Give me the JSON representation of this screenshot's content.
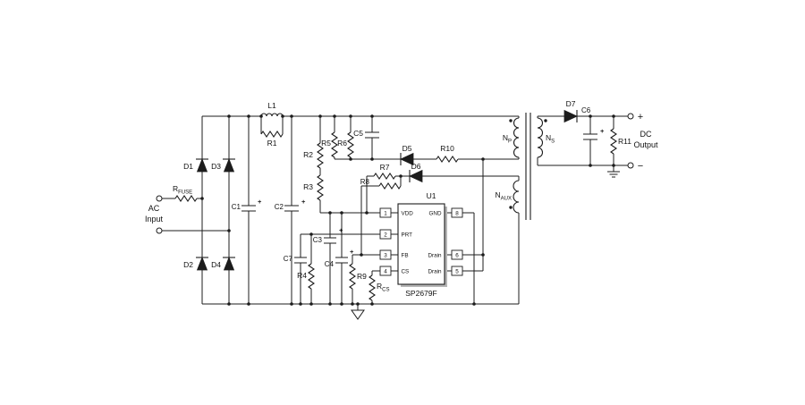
{
  "colors": {
    "background": "#ffffff",
    "line": "#1c1c1c",
    "ic_fill": "#ffffff",
    "ic_shadow": "#b5b5b5"
  },
  "ac_input": {
    "label_line1": "AC",
    "label_line2": "Input",
    "fuse_base": "R",
    "fuse_sub": "FUSE"
  },
  "bridge": {
    "d1": "D1",
    "d2": "D2",
    "d3": "D3",
    "d4": "D4"
  },
  "input_filter": {
    "c1": "C1",
    "c2": "C2",
    "l1": "L1",
    "r1": "R1"
  },
  "startup": {
    "r2": "R2",
    "r3": "R3"
  },
  "clamp": {
    "r5": "R5",
    "r6": "R6",
    "c5": "C5",
    "d5": "D5",
    "r10": "R10"
  },
  "aux_feedback": {
    "d6": "D6",
    "r7": "R7",
    "r8": "R8",
    "r9": "R9"
  },
  "prt_net": {
    "c7": "C7",
    "r4": "R4"
  },
  "vdd_net": {
    "c3": "C3",
    "c4": "C4"
  },
  "cs_net": {
    "rcs_base": "R",
    "rcs_sub": "CS"
  },
  "ic": {
    "ref": "U1",
    "part": "SP2679F",
    "pins": {
      "vdd": "VDD",
      "prt": "PRT",
      "fb": "FB",
      "cs": "CS",
      "gnd": "GND",
      "drain_top": "Drain",
      "drain_bottom": "Drain"
    },
    "pin_numbers": {
      "vdd": "1",
      "prt": "2",
      "fb": "3",
      "cs": "4",
      "gnd": "8",
      "drain_top": "6",
      "drain_bottom": "5"
    }
  },
  "transformer": {
    "np_base": "N",
    "np_sub": "P",
    "ns_base": "N",
    "ns_sub": "S",
    "naux_base": "N",
    "naux_sub": "AUX"
  },
  "output": {
    "d7": "D7",
    "c6": "C6",
    "r11": "R11",
    "plus": "+",
    "minus": "−",
    "label_line1": "DC",
    "label_line2": "Output"
  },
  "sym": {
    "plus": "+"
  }
}
